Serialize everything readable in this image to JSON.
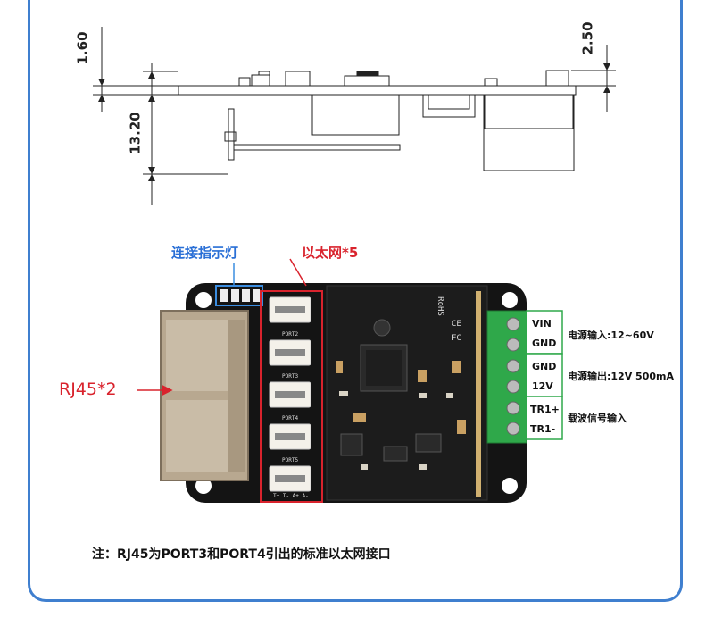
{
  "dimensions": {
    "d1": "1.60",
    "d2": "13.20",
    "d3": "2.50"
  },
  "labels": {
    "led": "连接指示灯",
    "ethernet": "以太网*5",
    "rj45": "RJ45*2"
  },
  "terminals": {
    "vin": "VIN",
    "gnd1": "GND",
    "gnd2": "GND",
    "v12": "12V",
    "tr1p": "TR1+",
    "tr1m": "TR1-"
  },
  "descriptions": {
    "power_in": "电源输入:12~60V",
    "power_out": "电源输出:12V 500mA",
    "carrier": "载波信号输入"
  },
  "silkscreen": {
    "port2": "PORT2",
    "port3": "PORT3",
    "port4": "PORT4",
    "port5": "PORT5",
    "pins": "T+ T- A+ A-",
    "rohs": "RoHS",
    "ce": "CE",
    "fc": "FC"
  },
  "note": "注：RJ45为PORT3和PORT4引出的标准以太网接口",
  "colors": {
    "frame": "#3f7fcf",
    "led_label": "#2a6fd6",
    "ethernet_label": "#d9232d",
    "terminal_green": "#2fa84a"
  }
}
